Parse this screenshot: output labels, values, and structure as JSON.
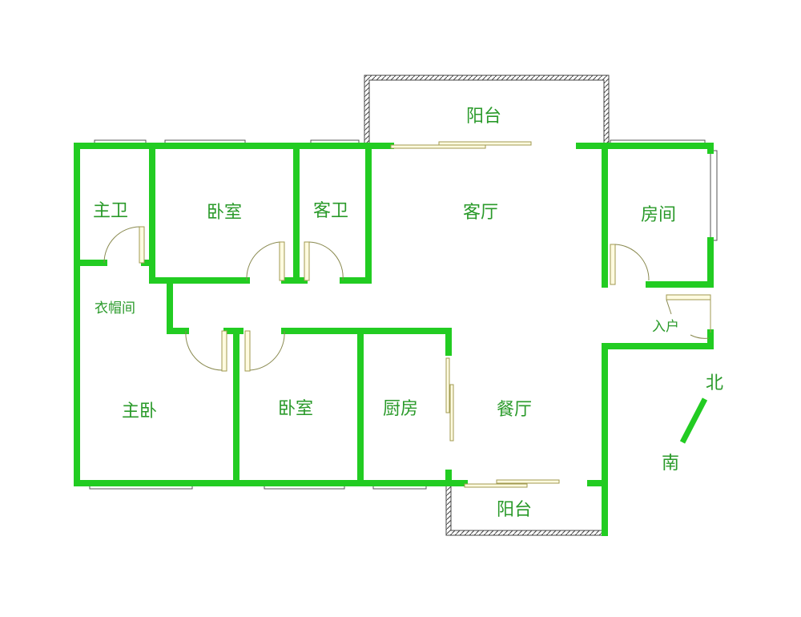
{
  "colors": {
    "wall": "#22cc22",
    "label": "#2a9a2a"
  },
  "rooms": {
    "balcony_north": "阳台",
    "master_bath": "主卫",
    "bedroom_north": "卧室",
    "guest_bath": "客卫",
    "living_room": "客厅",
    "room": "房间",
    "cloakroom": "衣帽间",
    "entrance": "入户",
    "master_bedroom": "主卧",
    "bedroom_south": "卧室",
    "kitchen": "厨房",
    "dining_room": "餐厅",
    "balcony_south": "阳台"
  },
  "compass": {
    "north": "北",
    "south": "南"
  }
}
